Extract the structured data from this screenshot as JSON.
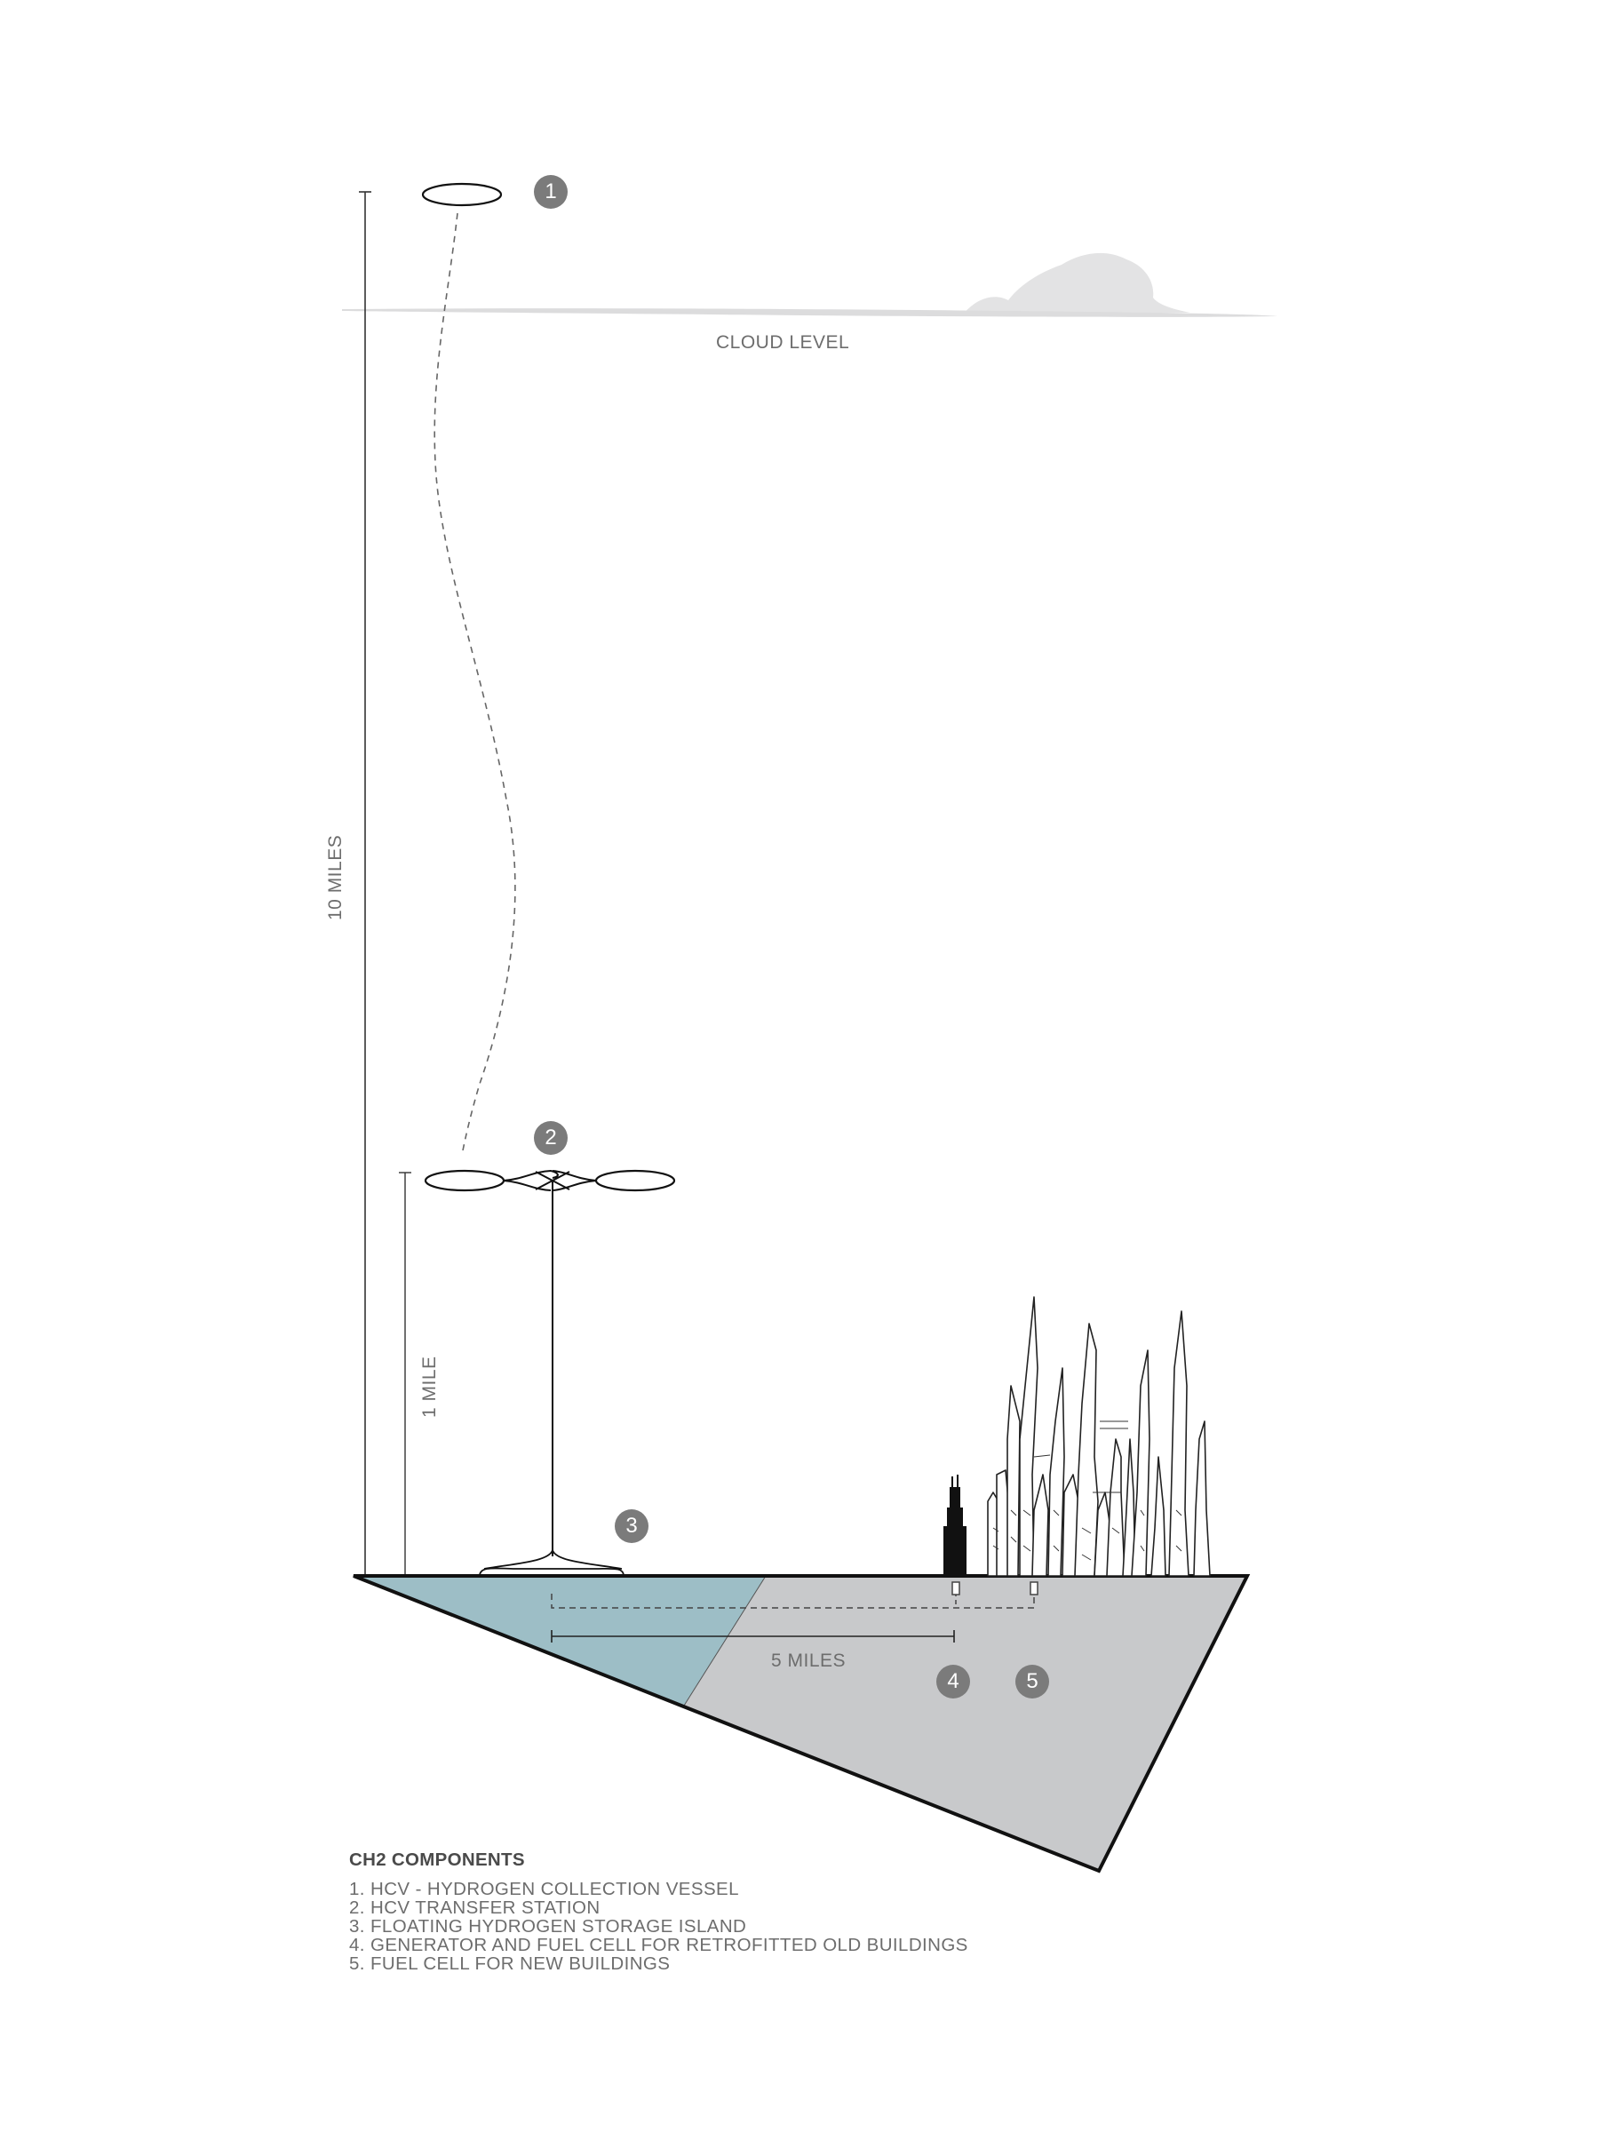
{
  "diagram": {
    "cloud_level_label": "CLOUD LEVEL",
    "dimension_10_miles": "10 MILES",
    "dimension_1_mile": "1 MILE",
    "dimension_5_miles": "5 MILES",
    "markers": [
      "1",
      "2",
      "3",
      "4",
      "5"
    ]
  },
  "legend": {
    "title": "CH2 COMPONENTS",
    "items": [
      "1. HCV - HYDROGEN COLLECTION VESSEL",
      "2. HCV TRANSFER STATION",
      "3. FLOATING HYDROGEN STORAGE ISLAND",
      "4. GENERATOR AND FUEL CELL FOR RETROFITTED OLD BUILDINGS",
      "5. FUEL CELL FOR NEW BUILDINGS"
    ]
  },
  "colors": {
    "water": "#9dbec6",
    "ground": "#c8c9cb",
    "cloud": "#e2e2e3",
    "marker": "#7b7b7b",
    "line": "#222222"
  }
}
